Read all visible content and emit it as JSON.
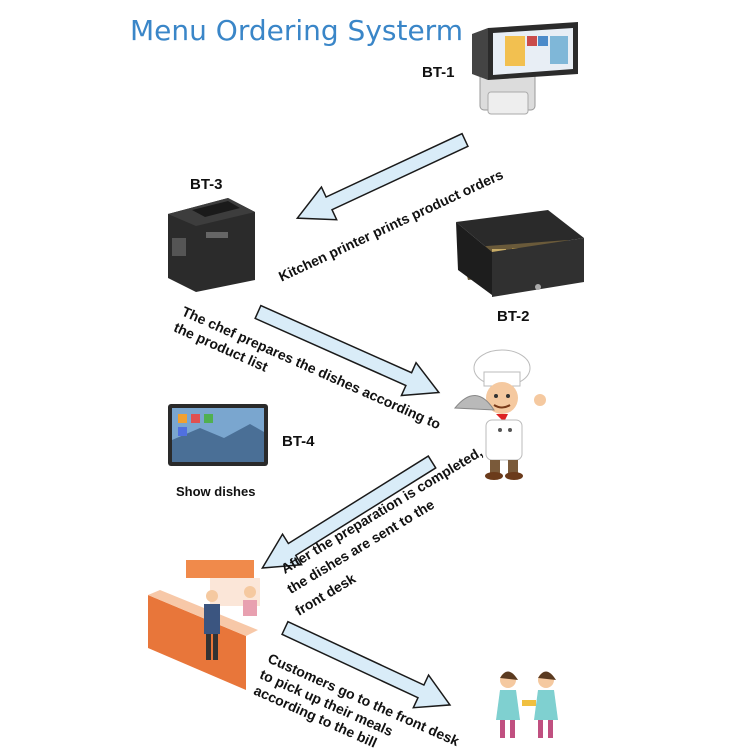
{
  "title": "Menu Ordering Systerm",
  "devices": {
    "bt1": "BT-1",
    "bt2": "BT-2",
    "bt3": "BT-3",
    "bt4": "BT-4",
    "bt4_caption": "Show dishes"
  },
  "steps": {
    "s1": "Kitchen printer prints product orders",
    "s2_line1": "The chef prepares the dishes according to",
    "s2_line2": "the product list",
    "s3_line1": "After the preparation is completed,",
    "s3_line2": "the dishes are sent to the",
    "s3_line3": "front desk",
    "s4_line1": "Customers go to the front desk",
    "s4_line2": "to pick up their meals",
    "s4_line3": "according to the bill"
  },
  "colors": {
    "title": "#3a86c8",
    "arrow_fill": "#d9ecf8",
    "arrow_stroke": "#1a1a1a"
  }
}
